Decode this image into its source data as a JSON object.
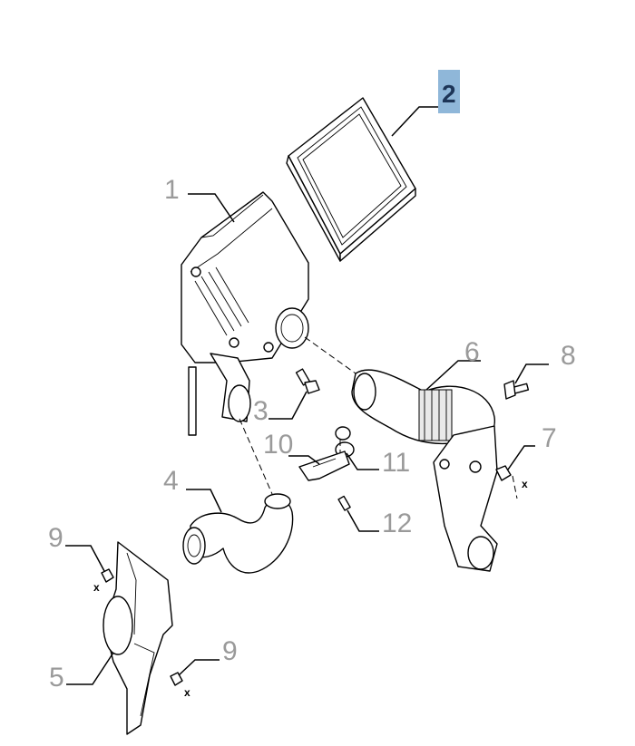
{
  "diagram": {
    "callouts": [
      {
        "id": "1",
        "label": "1"
      },
      {
        "id": "2",
        "label": "2",
        "highlighted": true
      },
      {
        "id": "3",
        "label": "3"
      },
      {
        "id": "4",
        "label": "4"
      },
      {
        "id": "5",
        "label": "5"
      },
      {
        "id": "6",
        "label": "6"
      },
      {
        "id": "7",
        "label": "7"
      },
      {
        "id": "8",
        "label": "8"
      },
      {
        "id": "9a",
        "label": "9"
      },
      {
        "id": "9b",
        "label": "9"
      },
      {
        "id": "10",
        "label": "10"
      },
      {
        "id": "11",
        "label": "11"
      },
      {
        "id": "12",
        "label": "12"
      }
    ],
    "markers": {
      "x_label": "x"
    },
    "colors": {
      "highlight_bg": "#8fb7d9",
      "callout_text": "#9a9a9a",
      "highlight_text": "#1d3557"
    }
  }
}
